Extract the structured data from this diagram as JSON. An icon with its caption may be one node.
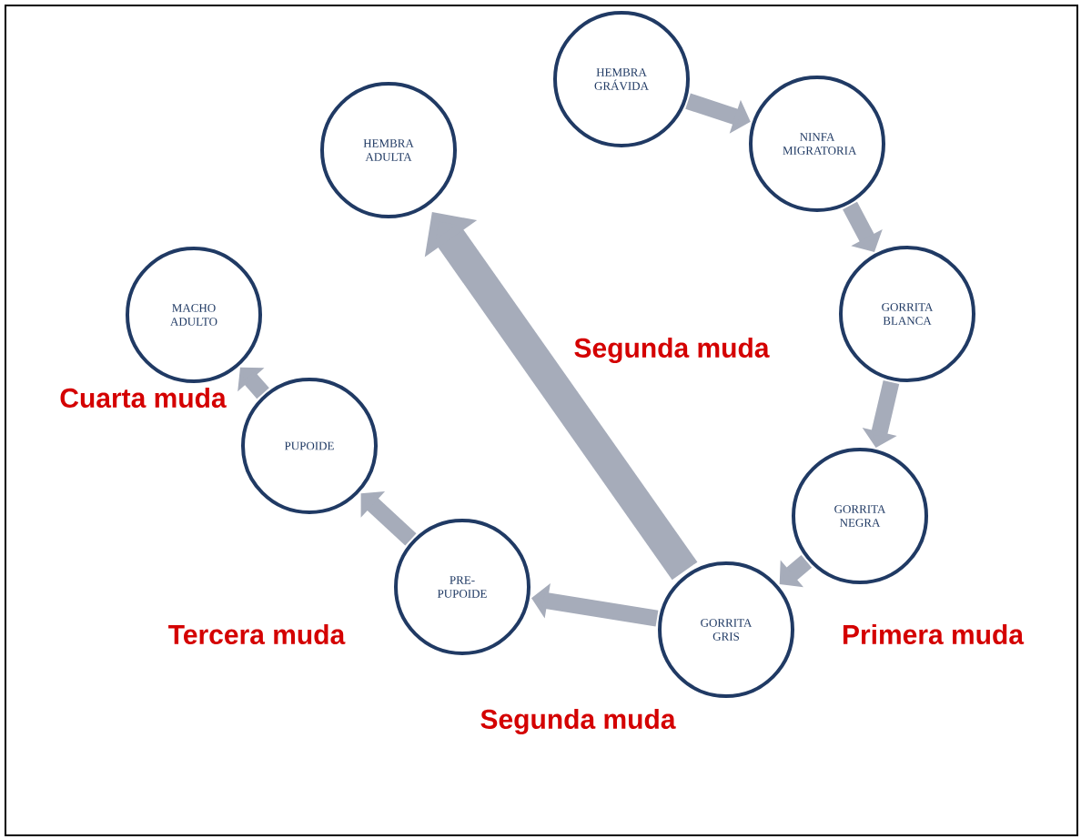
{
  "diagram": {
    "nodes": [
      {
        "text": [
          "HEMBRA GRÁVIDA"
        ]
      },
      {
        "text": [
          "NINFA MIGRATORIA"
        ]
      },
      {
        "text": [
          "GORRITA BLANCA"
        ]
      },
      {
        "text": [
          "GORRITA NEGRA"
        ]
      },
      {
        "text": [
          "GORRITA GRIS"
        ]
      },
      {
        "text": [
          "PRE-PUPOIDE"
        ]
      },
      {
        "text": [
          "PUPOIDE"
        ]
      },
      {
        "text": [
          "MACHO ADULTO"
        ]
      },
      {
        "text": [
          "HEMBRA ADULTA"
        ]
      }
    ],
    "edges": [
      {
        "from": 0,
        "to": 1,
        "arrow": "to"
      },
      {
        "from": 1,
        "to": 2,
        "arrow": "to"
      },
      {
        "from": 2,
        "to": 3,
        "arrow": "to"
      },
      {
        "from": 3,
        "to": 4,
        "arrow": "to"
      },
      {
        "from": 4,
        "to": 5,
        "arrow": "to"
      },
      {
        "from": 5,
        "to": 6,
        "arrow": "to"
      },
      {
        "from": 6,
        "to": 7,
        "arrow": "to"
      },
      {
        "from": 4,
        "to": 8,
        "arrow": "to",
        "style": "thick"
      }
    ],
    "labels": [
      "Segunda muda",
      "Cuarta muda",
      "Tercera muda",
      "Primera muda",
      "Segunda muda"
    ]
  }
}
